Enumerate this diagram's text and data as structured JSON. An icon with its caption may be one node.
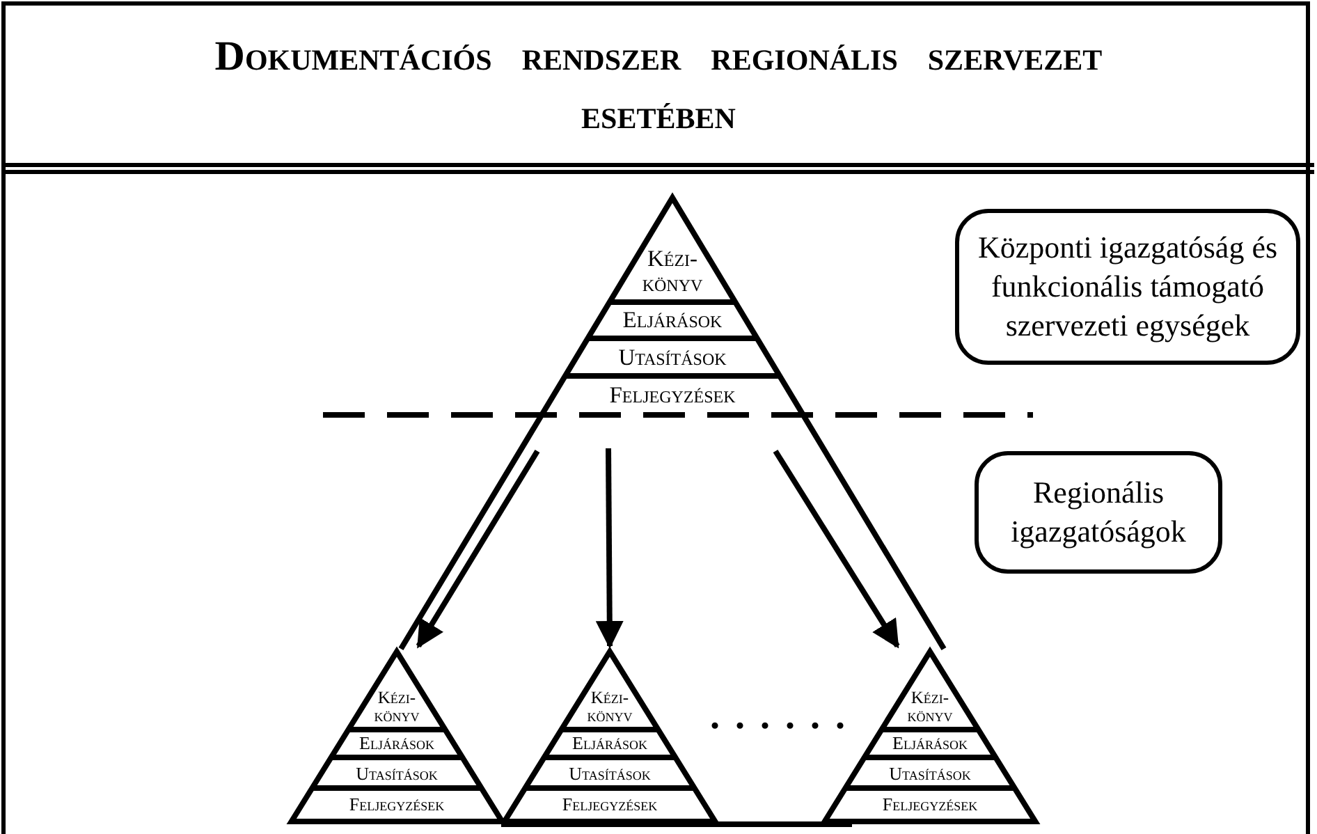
{
  "diagram": {
    "title": "Dokumentációs rendszer regionális szervezet esetében",
    "nodes": [
      {
        "text": [],
        "shape": "triangle"
      },
      {
        "text": [
          "Kézi-könyv"
        ],
        "in": 0
      },
      {
        "text": [
          "Eljárások"
        ],
        "in": 0
      },
      {
        "text": [
          "Utasítások"
        ],
        "in": 0
      },
      {
        "text": [
          "Feljegyzések"
        ],
        "in": 0
      },
      {
        "text": [
          "Központi igazgatóság és funkcionális támogató szervezeti egységek"
        ]
      },
      {
        "text": [
          "Regionális igazgatóságok"
        ]
      },
      {
        "text": [],
        "shape": "triangle"
      },
      {
        "text": [
          "Kézi-könyv"
        ],
        "in": 7
      },
      {
        "text": [
          "Eljárások"
        ],
        "in": 7
      },
      {
        "text": [
          "Utasítások"
        ],
        "in": 7
      },
      {
        "text": [
          "Feljegyzések"
        ],
        "in": 7
      },
      {
        "text": [],
        "shape": "triangle"
      },
      {
        "text": [
          "Kézi-könyv"
        ],
        "in": 12
      },
      {
        "text": [
          "Eljárások"
        ],
        "in": 12
      },
      {
        "text": [
          "Utasítások"
        ],
        "in": 12
      },
      {
        "text": [
          "Feljegyzések"
        ],
        "in": 12
      },
      {
        "text": [],
        "shape": "triangle"
      },
      {
        "text": [
          "Kézi-könyv"
        ],
        "in": 17
      },
      {
        "text": [
          "Eljárások"
        ],
        "in": 17
      },
      {
        "text": [
          "Utasítások"
        ],
        "in": 17
      },
      {
        "text": [
          "Feljegyzések"
        ],
        "in": 17
      }
    ],
    "edges": [
      {
        "from": null,
        "to": 7,
        "arrow": "to"
      },
      {
        "from": null,
        "to": 12,
        "arrow": "to"
      },
      {
        "from": null,
        "to": 17,
        "arrow": "to"
      }
    ],
    "labels": [
      "......"
    ]
  }
}
